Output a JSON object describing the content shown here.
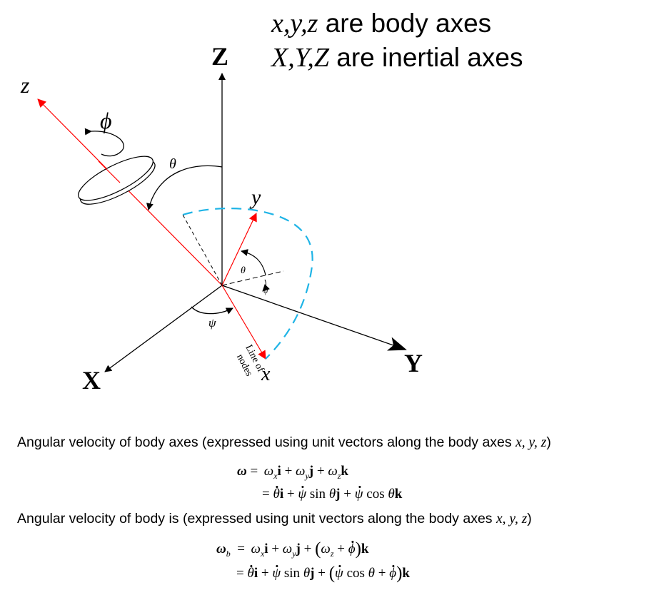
{
  "legend": {
    "body_axes_symbols": "x,y,z",
    "body_axes_text": " are body axes",
    "inertial_axes_symbols": "X,Y,Z",
    "inertial_axes_text": " are inertial axes"
  },
  "diagram": {
    "labels": {
      "Z_inertial": "Z",
      "Y_inertial": "Y",
      "X_inertial": "X",
      "z_body": "z",
      "y_body": "y",
      "x_body": "x",
      "phi": "ϕ",
      "theta_top": "θ",
      "theta_mid": "θ",
      "psi_lower": "ψ",
      "psi_small": "ψ",
      "line_of_nodes_1": "Line of",
      "line_of_nodes_2": "nodes"
    },
    "colors": {
      "body_axis": "#ff0000",
      "arc": "#1fb4e6",
      "inertial_axis": "#000000"
    }
  },
  "text": {
    "para1": {
      "prefix": "Angular velocity of body axes (expressed using unit vectors along the body axes ",
      "symbols": "x, y, z",
      "suffix": ")"
    },
    "para2": {
      "prefix": "Angular velocity of body is (expressed using unit vectors along the body axes ",
      "symbols": "x, y, z",
      "suffix": ")"
    }
  },
  "equations": {
    "eq1": "ω = ωx i + ωy j + ωz k",
    "eq2": "= θ̇ i + ψ̇ sin θ j + ψ̇ cos θ k",
    "eq3": "ωb = ωx i + ωy j + (ωz + ϕ̇) k",
    "eq4": "= θ̇ i + ψ̇ sin θ j + (ψ̇ cos θ + ϕ̇) k"
  }
}
